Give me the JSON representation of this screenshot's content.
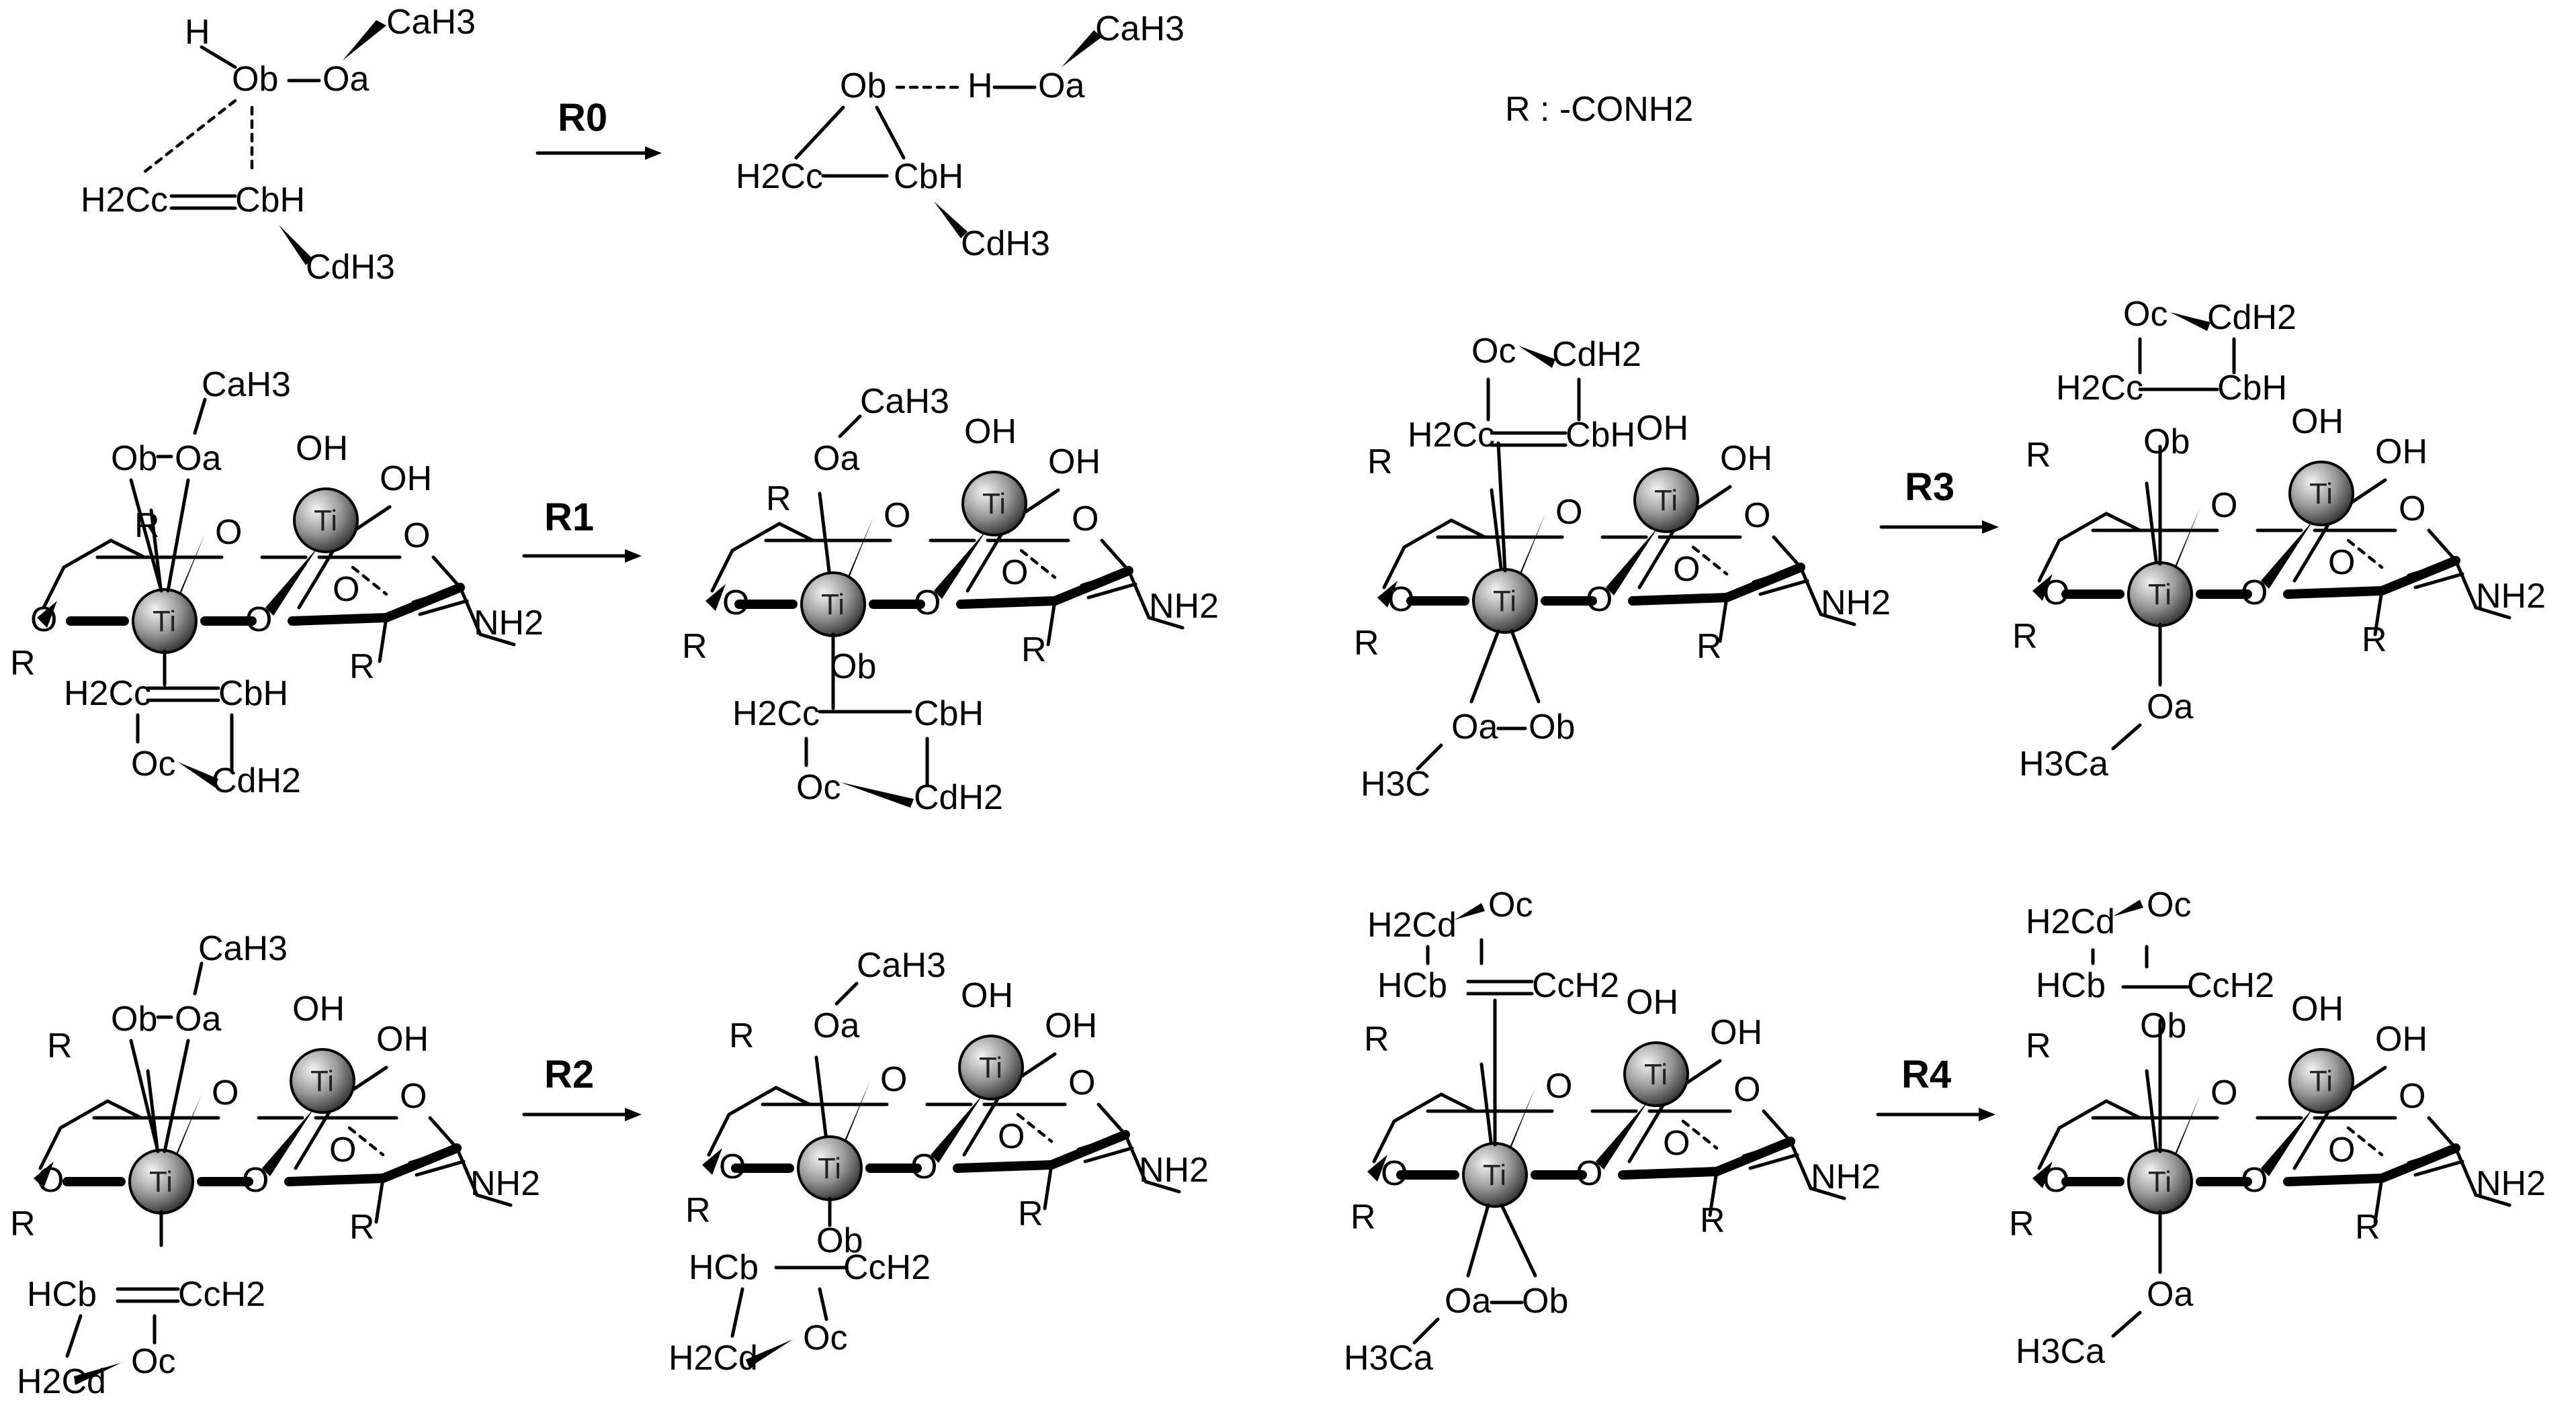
{
  "diagram": {
    "legend": "R : -CONH2",
    "reactions": [
      {
        "id": "R0",
        "label": "R0"
      },
      {
        "id": "R1",
        "label": "R1"
      },
      {
        "id": "R2",
        "label": "R2"
      },
      {
        "id": "R3",
        "label": "R3"
      },
      {
        "id": "R4",
        "label": "R4"
      }
    ],
    "atoms": {
      "ti": "Ti",
      "oh": "OH",
      "o": "O",
      "r": "R",
      "nh2": "NH2",
      "ob": "Ob",
      "oa": "Oa",
      "oc": "Oc",
      "ca_h3": "CaH3",
      "h3_ca": "H3Ca",
      "h3_c": "H3C",
      "h2_cc": "H2Cc",
      "cc_h2": "CcH2",
      "cb_h": "CbH",
      "hc_b": "HCb",
      "cd_h2": "CdH2",
      "h2_cd": "H2Cd",
      "cd_h3": "CdH3",
      "h": "H"
    },
    "colors": {
      "ink": "#000000",
      "ti_sphere_light": "#f2f2f2",
      "ti_sphere_dark": "#3a3a3a"
    }
  }
}
